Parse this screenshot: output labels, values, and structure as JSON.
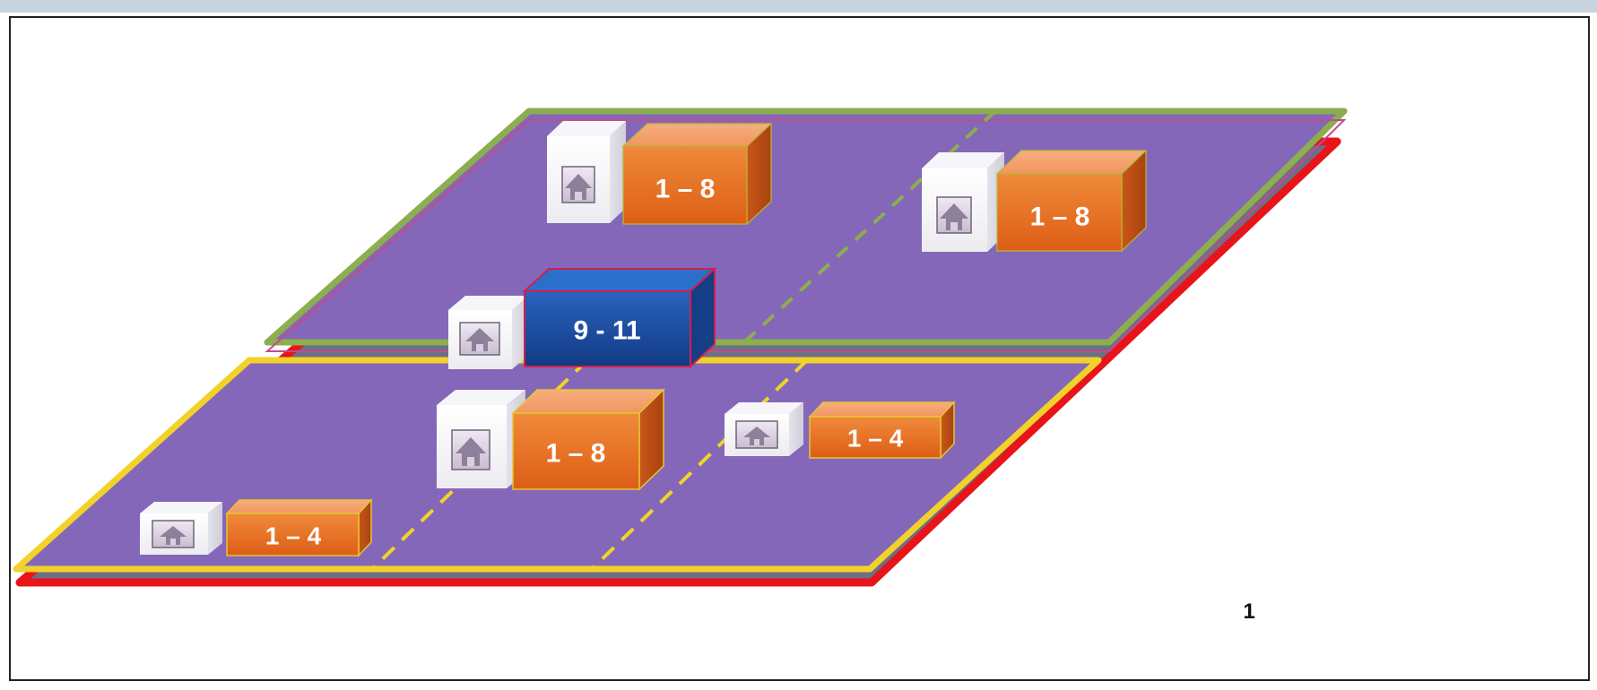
{
  "diagram": {
    "house_icon": "house-icon",
    "upper_zone": {
      "left_unit": {
        "label": "1 – 8"
      },
      "right_unit": {
        "label": "1 – 8"
      },
      "center_unit": {
        "label": "9 - 11"
      }
    },
    "lower_zone": {
      "center_unit": {
        "label": "1 – 8"
      },
      "right_unit": {
        "label": "1 – 4"
      },
      "left_unit": {
        "label": "1 – 4"
      }
    },
    "page_number": "1",
    "colors": {
      "plane_fill": "#8467b9",
      "upper_outline": "#8cae4f",
      "lower_outline": "#f2d22a",
      "base_outline": "#e8141a",
      "orange_box": "#ec7a2c",
      "blue_box": "#1d4fa2"
    }
  }
}
